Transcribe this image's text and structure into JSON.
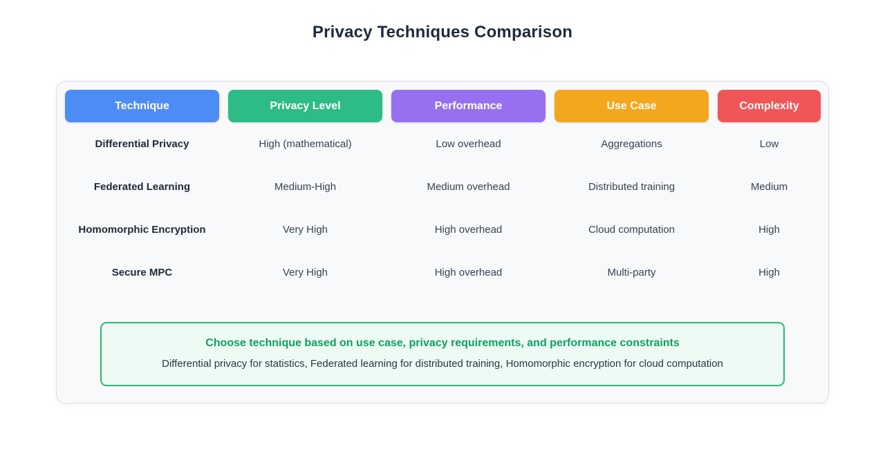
{
  "page": {
    "title": "Privacy Techniques Comparison"
  },
  "table": {
    "columns": [
      {
        "label": "Technique",
        "color": "#4e8cf5"
      },
      {
        "label": "Privacy Level",
        "color": "#2dbc85"
      },
      {
        "label": "Performance",
        "color": "#9670f0"
      },
      {
        "label": "Use Case",
        "color": "#f3a71e"
      },
      {
        "label": "Complexity",
        "color": "#f05557"
      }
    ],
    "rows": [
      {
        "technique": "Differential Privacy",
        "privacy_level": "High (mathematical)",
        "performance": "Low overhead",
        "use_case": "Aggregations",
        "complexity": "Low"
      },
      {
        "technique": "Federated Learning",
        "privacy_level": "Medium-High",
        "performance": "Medium overhead",
        "use_case": "Distributed training",
        "complexity": "Medium"
      },
      {
        "technique": "Homomorphic Encryption",
        "privacy_level": "Very High",
        "performance": "High overhead",
        "use_case": "Cloud computation",
        "complexity": "High"
      },
      {
        "technique": "Secure MPC",
        "privacy_level": "Very High",
        "performance": "High overhead",
        "use_case": "Multi-party",
        "complexity": "High"
      }
    ]
  },
  "callout": {
    "title": "Choose technique based on use case, privacy requirements, and performance constraints",
    "subtitle": "Differential privacy for statistics, Federated learning for distributed training, Homomorphic encryption for cloud computation",
    "border_color": "#2bb673",
    "title_color": "#0d9f63",
    "bg_color": "#eefaf4"
  }
}
